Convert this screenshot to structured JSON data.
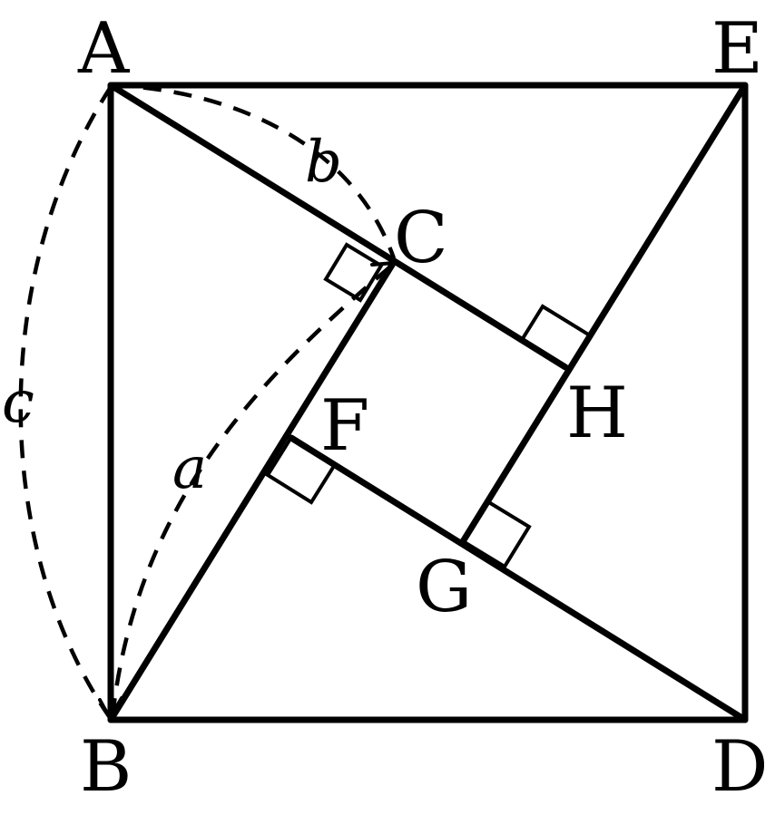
{
  "points": {
    "A": "A",
    "B": "B",
    "C": "C",
    "D": "D",
    "E": "E",
    "F": "F",
    "G": "G",
    "H": "H"
  },
  "segments": {
    "a": "a",
    "b": "b",
    "c": "c"
  }
}
